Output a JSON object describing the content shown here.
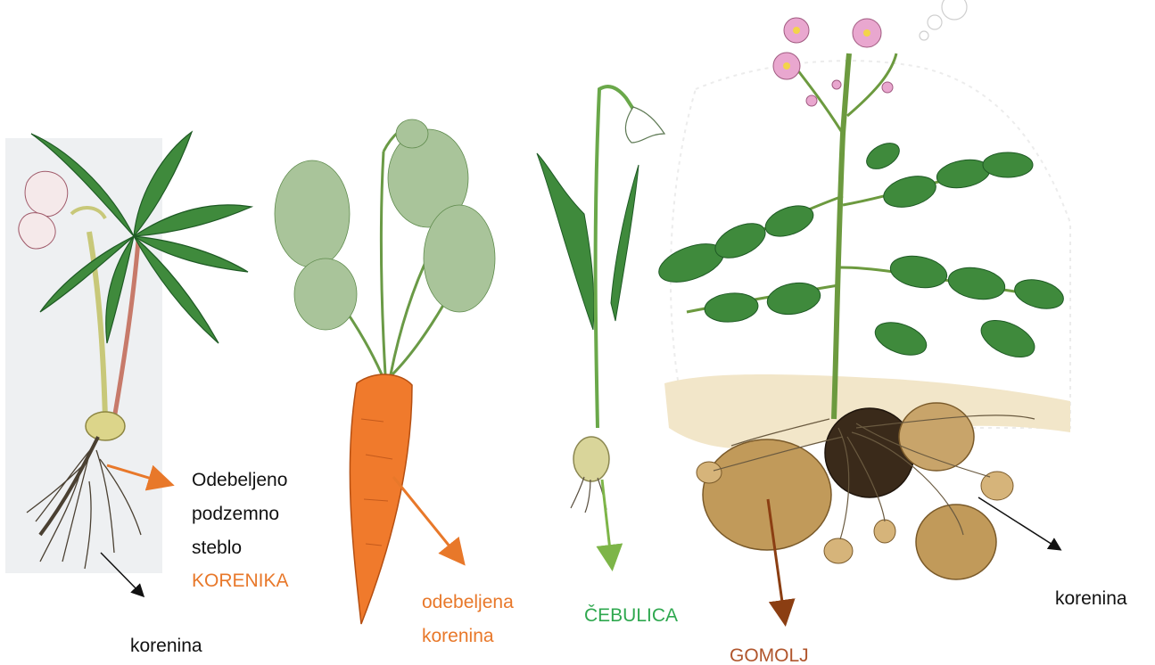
{
  "colors": {
    "orange": "#e8782a",
    "green_label": "#2fa84f",
    "green_arrow": "#7db548",
    "brown_label": "#b0552c",
    "brown_arrow": "#8b3e12",
    "black": "#111111"
  },
  "labels": {
    "rhizome_line1": "Odebeljeno",
    "rhizome_line2": "podzemno",
    "rhizome_line3": "steblo",
    "rhizome_term": "KORENIKA",
    "root_left": "korenina",
    "carrot_line1": "odebeljena",
    "carrot_line2": "korenina",
    "bulb": "ČEBULICA",
    "tuber": "GOMOLJ",
    "root_right": "korenina"
  },
  "plants": {
    "hellebore": "hellebore-plant",
    "carrot": "carrot-plant",
    "snowdrop": "snowdrop-plant",
    "potato": "potato-plant"
  }
}
